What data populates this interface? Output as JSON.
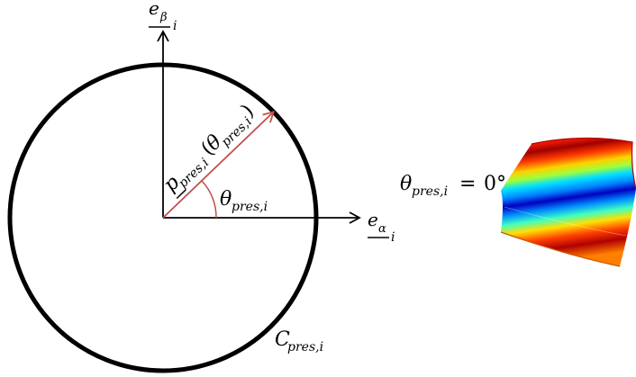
{
  "diagram": {
    "circle_label": {
      "base": "C",
      "sub": "pres,i"
    },
    "vertical_axis": {
      "base": "e",
      "sub": "β",
      "index": "i"
    },
    "horizontal_axis": {
      "base": "e",
      "sub": "α",
      "index": "i"
    },
    "vector_label": {
      "base": "p",
      "sub": "pres,i",
      "arg_base": "θ",
      "arg_sub": "pres,i",
      "open": "(",
      "close": ")"
    },
    "angle_label": {
      "base": "θ",
      "sub": "pres,i"
    },
    "value_label": {
      "base": "θ",
      "sub": "pres,i",
      "eq": "=",
      "value": "0°"
    },
    "colors": {
      "axes": "#000000",
      "circle": "#000000",
      "vector": "#c0504d",
      "angle_arc": "#c0504d",
      "surface_stops": [
        "#ff6a00",
        "#ff2200",
        "#a00000",
        "#ff3a00",
        "#ffd000",
        "#9fff3a",
        "#00e0ff",
        "#0080ff",
        "#0000c0",
        "#0090ff",
        "#40ffc0",
        "#ffe000",
        "#ff4000",
        "#b00000",
        "#ff8000"
      ]
    }
  }
}
